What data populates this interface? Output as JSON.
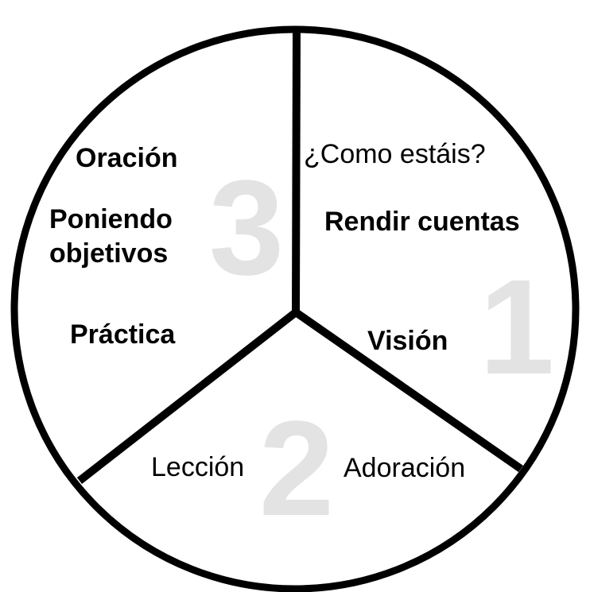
{
  "segments": {
    "one": {
      "number": "1",
      "items": [
        "¿Como estáis?",
        "Rendir cuentas",
        "Visión"
      ]
    },
    "two": {
      "number": "2",
      "items": [
        "Lección",
        "Adoración"
      ]
    },
    "three": {
      "number": "3",
      "items": [
        "Oración",
        "Poniendo",
        "objetivos",
        "Práctica"
      ]
    }
  },
  "colors": {
    "stroke": "#000000",
    "number": "#e3e3e3",
    "background": "#ffffff"
  }
}
